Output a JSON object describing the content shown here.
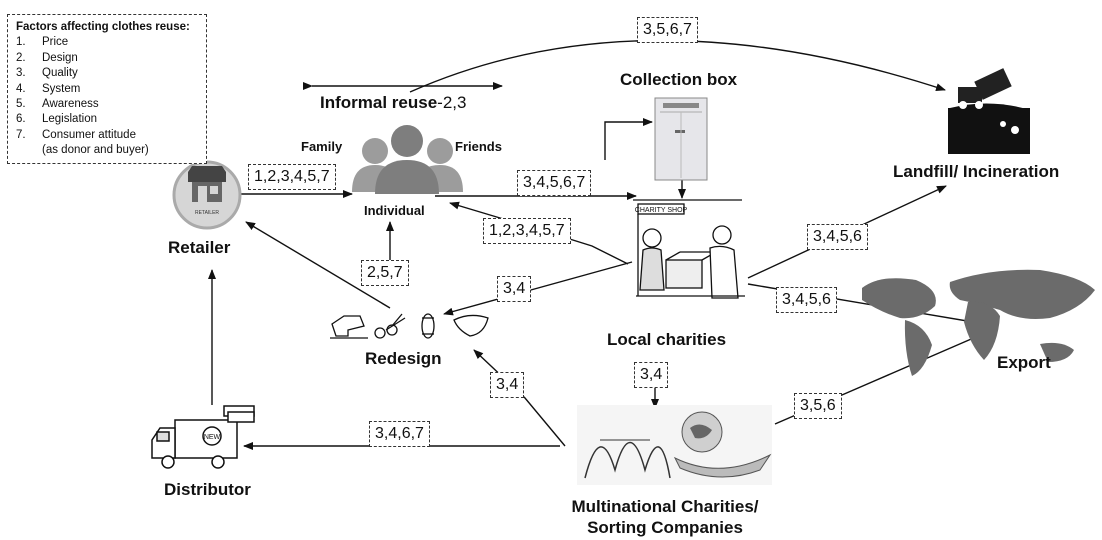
{
  "legend": {
    "title": "Factors affecting clothes reuse:",
    "items": [
      {
        "num": "1.",
        "text": "Price"
      },
      {
        "num": "2.",
        "text": "Design"
      },
      {
        "num": "3.",
        "text": "Quality"
      },
      {
        "num": "4.",
        "text": "System"
      },
      {
        "num": "5.",
        "text": "Awareness"
      },
      {
        "num": "6.",
        "text": "Legislation"
      },
      {
        "num": "7.",
        "text": "Consumer attitude"
      }
    ],
    "continuation": "(as donor and buyer)"
  },
  "nodes": {
    "informal_reuse_title": "Informal reuse",
    "informal_reuse_factors": "-2,3",
    "family": "Family",
    "friends": "Friends",
    "individual": "Individual",
    "retailer": "Retailer",
    "retailer_sign": "RETAILER",
    "collection_box": "Collection box",
    "charity_shop_sign": "CHARITY SHOP",
    "landfill": "Landfill/ Incineration",
    "redesign": "Redesign",
    "local_charities": "Local charities",
    "export": "Export",
    "distributor": "Distributor",
    "truck_sign": "NEW",
    "multinational_line1": "Multinational Charities/",
    "multinational_line2": "Sorting Companies"
  },
  "flow_labels": {
    "landfill_top": "3,5,6,7",
    "retailer_to_individual": "1,2,3,4,5,7",
    "individual_to_charity": "3,4,5,6,7",
    "charity_to_individual": "1,2,3,4,5,7",
    "redesign_to_individual": "2,5,7",
    "charity_to_redesign": "3,4",
    "charity_to_landfill": "3,4,5,6",
    "charity_to_export": "3,4,5,6",
    "charity_to_multinational": "3,4",
    "multinational_to_redesign": "3,4",
    "multinational_to_distributor": "3,4,6,7",
    "multinational_to_export": "3,5,6"
  }
}
